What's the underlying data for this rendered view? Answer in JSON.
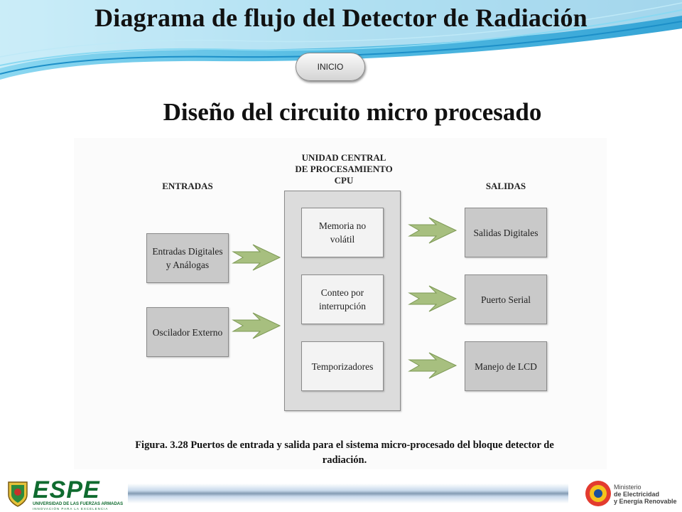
{
  "header": {
    "title": "Diagrama de flujo del Detector de Radiación",
    "inicio_button": "INICIO"
  },
  "subtitle": "Diseño del circuito micro procesado",
  "diagram": {
    "inputs_header": "ENTRADAS",
    "cpu_header": [
      "UNIDAD CENTRAL",
      "DE PROCESAMIENTO",
      "CPU"
    ],
    "outputs_header": "SALIDAS",
    "inputs": [
      [
        "Entradas Digitales",
        "y Análogas"
      ],
      [
        "Oscilador Externo"
      ]
    ],
    "cpu_blocks": [
      [
        "Memoria no",
        "volátil"
      ],
      [
        "Conteo por",
        "interrupción"
      ],
      [
        "Temporizadores"
      ]
    ],
    "outputs": [
      [
        "Salidas Digitales"
      ],
      [
        "Puerto Serial"
      ],
      [
        "Manejo de LCD"
      ]
    ],
    "caption": [
      "Figura. 3.28 Puertos de entrada y salida para el sistema micro-procesado del bloque detector de",
      "radiación."
    ],
    "arrow_color": "#a7bf7f"
  },
  "footer": {
    "espe_name": "ESPE",
    "espe_line1": "UNIVERSIDAD DE LAS FUERZAS ARMADAS",
    "espe_line2": "INNOVACIÓN PARA LA EXCELENCIA",
    "ministry": [
      "Ministerio",
      "de Electricidad",
      "y Energía Renovable"
    ]
  }
}
